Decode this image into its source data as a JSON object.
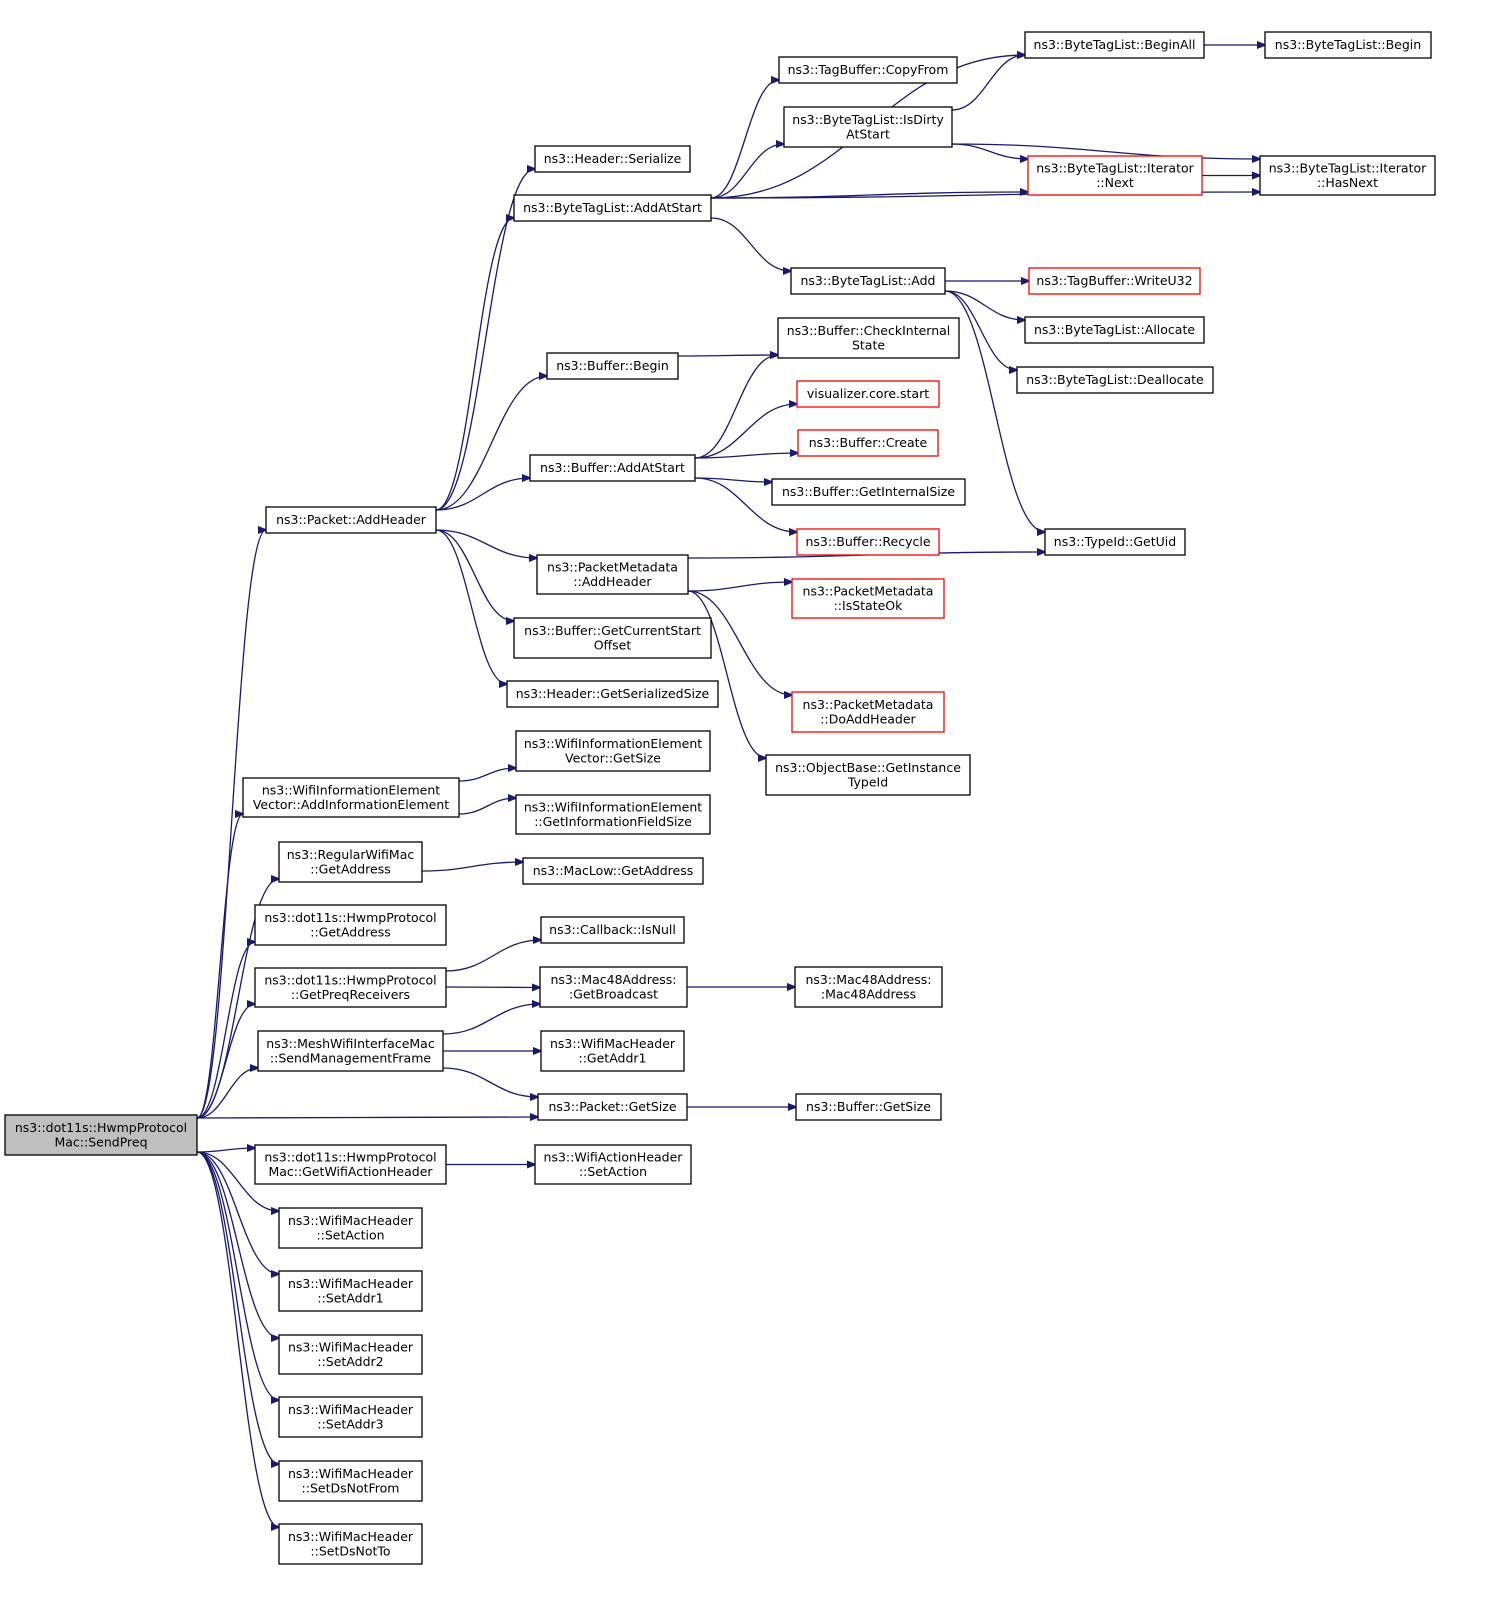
{
  "colors": {
    "edge": "#191970",
    "highlight_border": "#ff0000",
    "root_fill": "#bfbfbf"
  },
  "nodes": {
    "sendpreq": [
      "ns3::dot11s::HwmpProtocol",
      "Mac::SendPreq"
    ],
    "packet_addheader": [
      "ns3::Packet::AddHeader"
    ],
    "wifi_ie_add": [
      "ns3::WifiInformationElement",
      "Vector::AddInformationElement"
    ],
    "regular_getaddress": [
      "ns3::RegularWifiMac",
      "::GetAddress"
    ],
    "hwmp_getaddress": [
      "ns3::dot11s::HwmpProtocol",
      "::GetAddress"
    ],
    "hwmp_getpreq": [
      "ns3::dot11s::HwmpProtocol",
      "::GetPreqReceivers"
    ],
    "mesh_sendmgmt": [
      "ns3::MeshWifiInterfaceMac",
      "::SendManagementFrame"
    ],
    "hwmpmac_getaction": [
      "ns3::dot11s::HwmpProtocol",
      "Mac::GetWifiActionHeader"
    ],
    "wmh_setaction": [
      "ns3::WifiMacHeader",
      "::SetAction"
    ],
    "wmh_setaddr1": [
      "ns3::WifiMacHeader",
      "::SetAddr1"
    ],
    "wmh_setaddr2": [
      "ns3::WifiMacHeader",
      "::SetAddr2"
    ],
    "wmh_setaddr3": [
      "ns3::WifiMacHeader",
      "::SetAddr3"
    ],
    "wmh_setdsnotfrom": [
      "ns3::WifiMacHeader",
      "::SetDsNotFrom"
    ],
    "wmh_setdsnotto": [
      "ns3::WifiMacHeader",
      "::SetDsNotTo"
    ],
    "header_serialize": [
      "ns3::Header::Serialize"
    ],
    "btl_addatstart": [
      "ns3::ByteTagList::AddAtStart"
    ],
    "buffer_begin": [
      "ns3::Buffer::Begin"
    ],
    "buffer_addatstart": [
      "ns3::Buffer::AddAtStart"
    ],
    "pm_addheader": [
      "ns3::PacketMetadata",
      "::AddHeader"
    ],
    "buffer_getcurstart": [
      "ns3::Buffer::GetCurrentStart",
      "Offset"
    ],
    "header_getsersize": [
      "ns3::Header::GetSerializedSize"
    ],
    "wie_getsize": [
      "ns3::WifiInformationElement",
      "Vector::GetSize"
    ],
    "wie_getinfofieldsize": [
      "ns3::WifiInformationElement",
      "::GetInformationFieldSize"
    ],
    "maclow_getaddress": [
      "ns3::MacLow::GetAddress"
    ],
    "callback_isnull": [
      "ns3::Callback::IsNull"
    ],
    "mac48_getbroadcast": [
      "ns3::Mac48Address:",
      ":GetBroadcast"
    ],
    "wmh_getaddr1": [
      "ns3::WifiMacHeader",
      "::GetAddr1"
    ],
    "packet_getsize": [
      "ns3::Packet::GetSize"
    ],
    "wah_setaction": [
      "ns3::WifiActionHeader",
      "::SetAction"
    ],
    "tagbuffer_copyfrom": [
      "ns3::TagBuffer::CopyFrom"
    ],
    "btl_isdirty": [
      "ns3::ByteTagList::IsDirty",
      "AtStart"
    ],
    "btl_add": [
      "ns3::ByteTagList::Add"
    ],
    "buffer_checkinternal": [
      "ns3::Buffer::CheckInternal",
      "State"
    ],
    "viz_core_start": [
      "visualizer.core.start"
    ],
    "buffer_create": [
      "ns3::Buffer::Create"
    ],
    "buffer_getinternalsize": [
      "ns3::Buffer::GetInternalSize"
    ],
    "buffer_recycle": [
      "ns3::Buffer::Recycle"
    ],
    "pm_isstateok": [
      "ns3::PacketMetadata",
      "::IsStateOk"
    ],
    "pm_doaddheader": [
      "ns3::PacketMetadata",
      "::DoAddHeader"
    ],
    "objbase_getinstance": [
      "ns3::ObjectBase::GetInstance",
      "TypeId"
    ],
    "mac48_mac48": [
      "ns3::Mac48Address:",
      ":Mac48Address"
    ],
    "buffer_getsize": [
      "ns3::Buffer::GetSize"
    ],
    "btl_beginall": [
      "ns3::ByteTagList::BeginAll"
    ],
    "btl_iter_next": [
      "ns3::ByteTagList::Iterator",
      "::Next"
    ],
    "tagbuffer_writeu32": [
      "ns3::TagBuffer::WriteU32"
    ],
    "btl_allocate": [
      "ns3::ByteTagList::Allocate"
    ],
    "btl_deallocate": [
      "ns3::ByteTagList::Deallocate"
    ],
    "typeid_getuid": [
      "ns3::TypeId::GetUid"
    ],
    "btl_begin": [
      "ns3::ByteTagList::Begin"
    ],
    "btl_iter_hasnext": [
      "ns3::ByteTagList::Iterator",
      "::HasNext"
    ]
  },
  "highlighted": [
    "viz_core_start",
    "buffer_create",
    "buffer_recycle",
    "pm_isstateok",
    "pm_doaddheader",
    "btl_iter_next",
    "tagbuffer_writeu32"
  ],
  "root": "sendpreq",
  "edges": [
    [
      "sendpreq",
      "packet_addheader"
    ],
    [
      "sendpreq",
      "wifi_ie_add"
    ],
    [
      "sendpreq",
      "regular_getaddress"
    ],
    [
      "sendpreq",
      "hwmp_getaddress"
    ],
    [
      "sendpreq",
      "hwmp_getpreq"
    ],
    [
      "sendpreq",
      "mesh_sendmgmt"
    ],
    [
      "sendpreq",
      "packet_getsize"
    ],
    [
      "sendpreq",
      "hwmpmac_getaction"
    ],
    [
      "sendpreq",
      "wmh_setaction"
    ],
    [
      "sendpreq",
      "wmh_setaddr1"
    ],
    [
      "sendpreq",
      "wmh_setaddr2"
    ],
    [
      "sendpreq",
      "wmh_setaddr3"
    ],
    [
      "sendpreq",
      "wmh_setdsnotfrom"
    ],
    [
      "sendpreq",
      "wmh_setdsnotto"
    ],
    [
      "packet_addheader",
      "header_serialize"
    ],
    [
      "packet_addheader",
      "btl_addatstart"
    ],
    [
      "packet_addheader",
      "buffer_begin"
    ],
    [
      "packet_addheader",
      "buffer_addatstart"
    ],
    [
      "packet_addheader",
      "pm_addheader"
    ],
    [
      "packet_addheader",
      "buffer_getcurstart"
    ],
    [
      "packet_addheader",
      "header_getsersize"
    ],
    [
      "btl_addatstart",
      "btl_beginall"
    ],
    [
      "btl_addatstart",
      "tagbuffer_copyfrom"
    ],
    [
      "btl_addatstart",
      "btl_isdirty"
    ],
    [
      "btl_addatstart",
      "btl_iter_next"
    ],
    [
      "btl_addatstart",
      "btl_iter_hasnext"
    ],
    [
      "btl_addatstart",
      "btl_add"
    ],
    [
      "btl_beginall",
      "btl_begin"
    ],
    [
      "btl_isdirty",
      "btl_beginall"
    ],
    [
      "btl_isdirty",
      "btl_iter_next"
    ],
    [
      "btl_isdirty",
      "btl_iter_hasnext"
    ],
    [
      "btl_iter_next",
      "btl_iter_hasnext"
    ],
    [
      "btl_add",
      "tagbuffer_writeu32"
    ],
    [
      "btl_add",
      "btl_allocate"
    ],
    [
      "btl_add",
      "btl_deallocate"
    ],
    [
      "btl_add",
      "typeid_getuid"
    ],
    [
      "buffer_begin",
      "buffer_checkinternal"
    ],
    [
      "buffer_addatstart",
      "buffer_checkinternal"
    ],
    [
      "buffer_addatstart",
      "viz_core_start"
    ],
    [
      "buffer_addatstart",
      "buffer_create"
    ],
    [
      "buffer_addatstart",
      "buffer_getinternalsize"
    ],
    [
      "buffer_addatstart",
      "buffer_recycle"
    ],
    [
      "pm_addheader",
      "pm_isstateok"
    ],
    [
      "pm_addheader",
      "typeid_getuid"
    ],
    [
      "pm_addheader",
      "pm_doaddheader"
    ],
    [
      "pm_addheader",
      "objbase_getinstance"
    ],
    [
      "wifi_ie_add",
      "wie_getsize"
    ],
    [
      "wifi_ie_add",
      "wie_getinfofieldsize"
    ],
    [
      "regular_getaddress",
      "maclow_getaddress"
    ],
    [
      "hwmp_getpreq",
      "callback_isnull"
    ],
    [
      "hwmp_getpreq",
      "mac48_getbroadcast"
    ],
    [
      "mesh_sendmgmt",
      "mac48_getbroadcast"
    ],
    [
      "mesh_sendmgmt",
      "wmh_getaddr1"
    ],
    [
      "mesh_sendmgmt",
      "packet_getsize"
    ],
    [
      "mac48_getbroadcast",
      "mac48_mac48"
    ],
    [
      "packet_getsize",
      "buffer_getsize"
    ],
    [
      "hwmpmac_getaction",
      "wah_setaction"
    ]
  ]
}
